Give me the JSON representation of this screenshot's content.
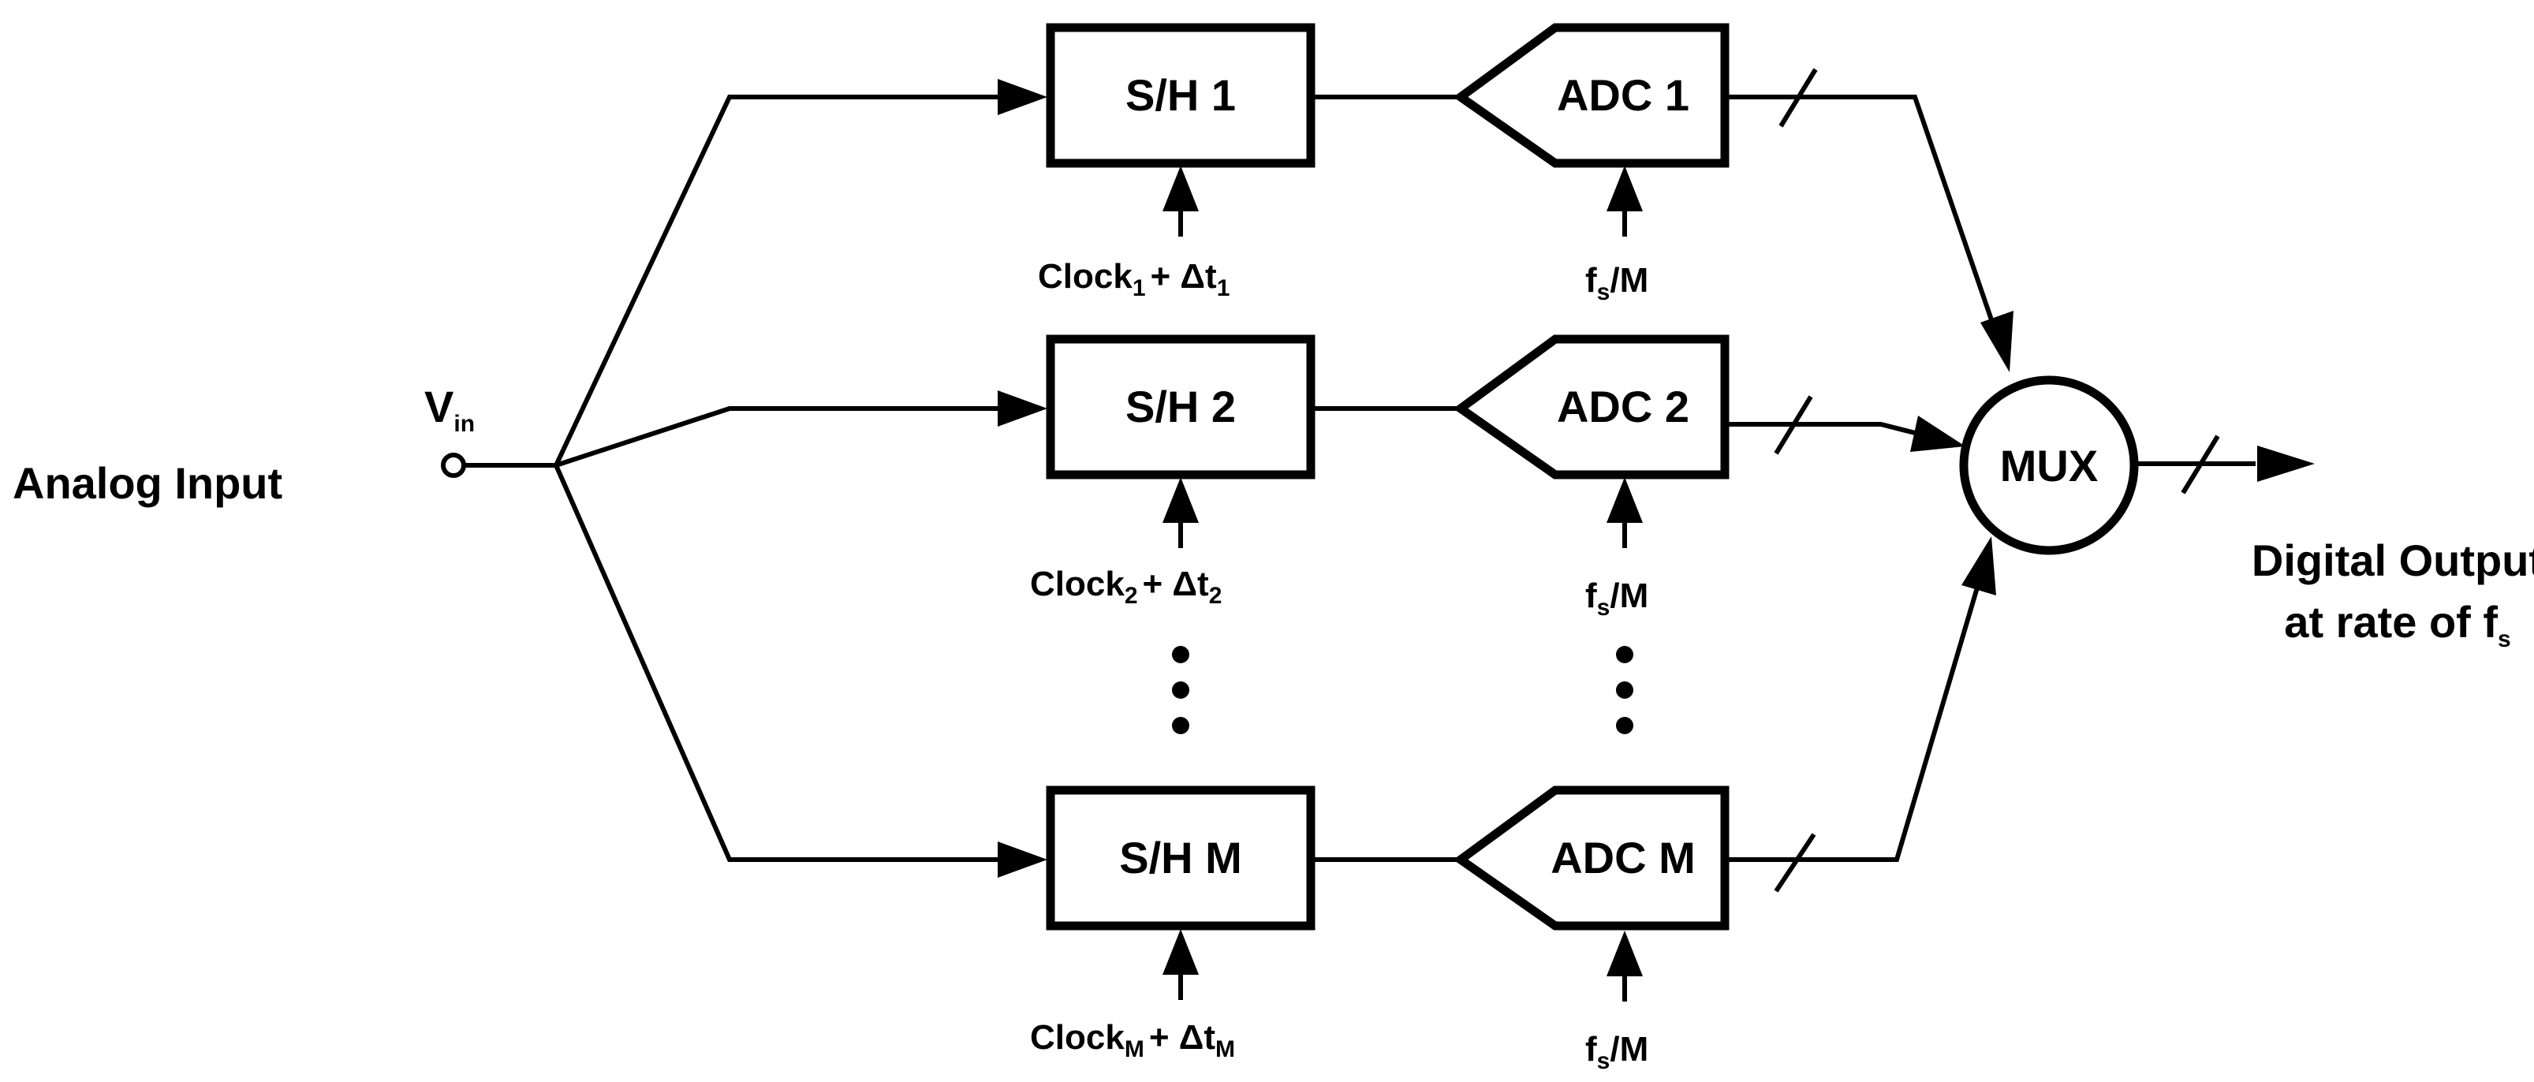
{
  "input": {
    "label": "Analog Input",
    "node_main": "V",
    "node_sub": "in"
  },
  "channels": [
    {
      "sh_label": "S/H 1",
      "adc_label": "ADC 1",
      "clock": {
        "main": "Clock",
        "sub": "1",
        "plus": "+ Δt",
        "plus_sub": "1"
      },
      "adc_clock": {
        "main": "f",
        "sub": "s",
        "rest": "/M"
      }
    },
    {
      "sh_label": "S/H 2",
      "adc_label": "ADC 2",
      "clock": {
        "main": "Clock",
        "sub": "2",
        "plus": "+ Δt",
        "plus_sub": "2"
      },
      "adc_clock": {
        "main": "f",
        "sub": "s",
        "rest": "/M"
      }
    },
    {
      "sh_label": "S/H M",
      "adc_label": "ADC M",
      "clock": {
        "main": "Clock",
        "sub": "M",
        "plus": "+ Δt",
        "plus_sub": "M"
      },
      "adc_clock": {
        "main": "f",
        "sub": "s",
        "rest": "/M"
      }
    }
  ],
  "mux": {
    "label": "MUX"
  },
  "output": {
    "line1": "Digital Output",
    "line2_main": "at rate of f",
    "line2_sub": "s"
  }
}
